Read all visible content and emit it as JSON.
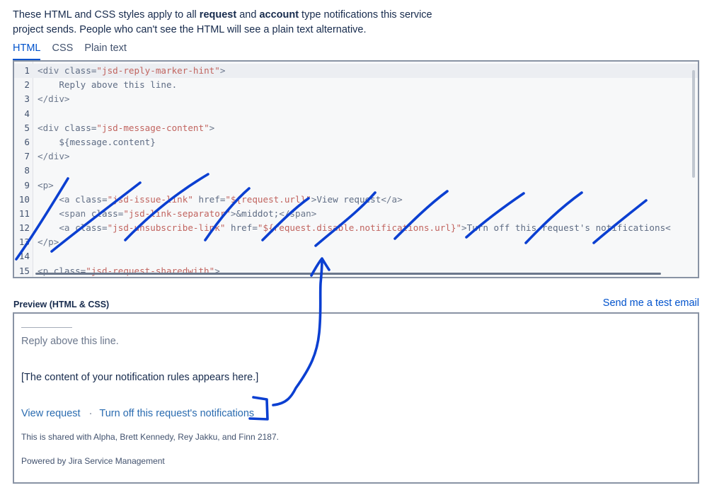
{
  "intro": {
    "part1": "These HTML and CSS styles apply to all ",
    "bold1": "request",
    "part2": " and ",
    "bold2": "account",
    "part3": " type notifications this service project sends. People who can't see the HTML will see a plain text alternative."
  },
  "tabs": [
    {
      "label": "HTML",
      "active": true
    },
    {
      "label": "CSS",
      "active": false
    },
    {
      "label": "Plain text",
      "active": false
    }
  ],
  "editor": {
    "lines": [
      {
        "n": "1",
        "indent": "",
        "parts": [
          {
            "t": "tag",
            "v": "<div "
          },
          {
            "t": "attr",
            "v": "class="
          },
          {
            "t": "str",
            "v": "\"jsd-reply-marker-hint\""
          },
          {
            "t": "tag",
            "v": ">"
          }
        ]
      },
      {
        "n": "2",
        "indent": "    ",
        "parts": [
          {
            "t": "txt",
            "v": "Reply above this line."
          }
        ]
      },
      {
        "n": "3",
        "indent": "",
        "parts": [
          {
            "t": "tag",
            "v": "</div>"
          }
        ]
      },
      {
        "n": "4",
        "indent": "",
        "parts": []
      },
      {
        "n": "5",
        "indent": "",
        "parts": [
          {
            "t": "tag",
            "v": "<div "
          },
          {
            "t": "attr",
            "v": "class="
          },
          {
            "t": "str",
            "v": "\"jsd-message-content\""
          },
          {
            "t": "tag",
            "v": ">"
          }
        ]
      },
      {
        "n": "6",
        "indent": "    ",
        "parts": [
          {
            "t": "txt",
            "v": "${message.content}"
          }
        ]
      },
      {
        "n": "7",
        "indent": "",
        "parts": [
          {
            "t": "tag",
            "v": "</div>"
          }
        ]
      },
      {
        "n": "8",
        "indent": "",
        "parts": []
      },
      {
        "n": "9",
        "indent": "",
        "parts": [
          {
            "t": "tag",
            "v": "<p>"
          }
        ]
      },
      {
        "n": "10",
        "indent": "    ",
        "parts": [
          {
            "t": "tag",
            "v": "<a "
          },
          {
            "t": "attr",
            "v": "class="
          },
          {
            "t": "str",
            "v": "\"jsd-issue-link\""
          },
          {
            "t": "attr",
            "v": " href="
          },
          {
            "t": "str",
            "v": "\"${request.url}\""
          },
          {
            "t": "tag",
            "v": ">"
          },
          {
            "t": "txt",
            "v": "View request"
          },
          {
            "t": "tag",
            "v": "</a>"
          }
        ]
      },
      {
        "n": "11",
        "indent": "    ",
        "parts": [
          {
            "t": "tag",
            "v": "<span "
          },
          {
            "t": "attr",
            "v": "class="
          },
          {
            "t": "str",
            "v": "\"jsd-link-separator\""
          },
          {
            "t": "tag",
            "v": ">"
          },
          {
            "t": "txt",
            "v": "&middot;"
          },
          {
            "t": "tag",
            "v": "</span>"
          }
        ]
      },
      {
        "n": "12",
        "indent": "    ",
        "parts": [
          {
            "t": "tag",
            "v": "<a "
          },
          {
            "t": "attr",
            "v": "class="
          },
          {
            "t": "str",
            "v": "\"jsd-unsubscribe-link\""
          },
          {
            "t": "attr",
            "v": " href="
          },
          {
            "t": "str",
            "v": "\"${request.disable.notifications.url}\""
          },
          {
            "t": "tag",
            "v": ">"
          },
          {
            "t": "txt",
            "v": "Turn off this request's notifications<"
          }
        ]
      },
      {
        "n": "13",
        "indent": "",
        "parts": [
          {
            "t": "tag",
            "v": "</p>"
          }
        ]
      },
      {
        "n": "14",
        "indent": "",
        "parts": []
      },
      {
        "n": "15",
        "indent": "",
        "parts": [
          {
            "t": "tag",
            "v": "<p "
          },
          {
            "t": "attr",
            "v": "class="
          },
          {
            "t": "str",
            "v": "\"jsd-request-sharedwith\""
          },
          {
            "t": "tag",
            "v": ">"
          }
        ]
      }
    ]
  },
  "preview": {
    "heading": "Preview (HTML & CSS)",
    "send_test": "Send me a test email",
    "reply_hint": "Reply above this line.",
    "content": "[The content of your notification rules appears here.]",
    "view_request": "View request",
    "separator": "·",
    "turn_off": "Turn off this request's notifications",
    "shared": "This is shared with Alpha, Brett Kennedy, Rey Jakku, and Finn 2187.",
    "powered": "Powered by Jira Service Management"
  },
  "colors": {
    "accent": "#0052cc",
    "annotation_ink": "#0b3fd1",
    "border": "#8993a4",
    "code_string": "#c1645f"
  }
}
